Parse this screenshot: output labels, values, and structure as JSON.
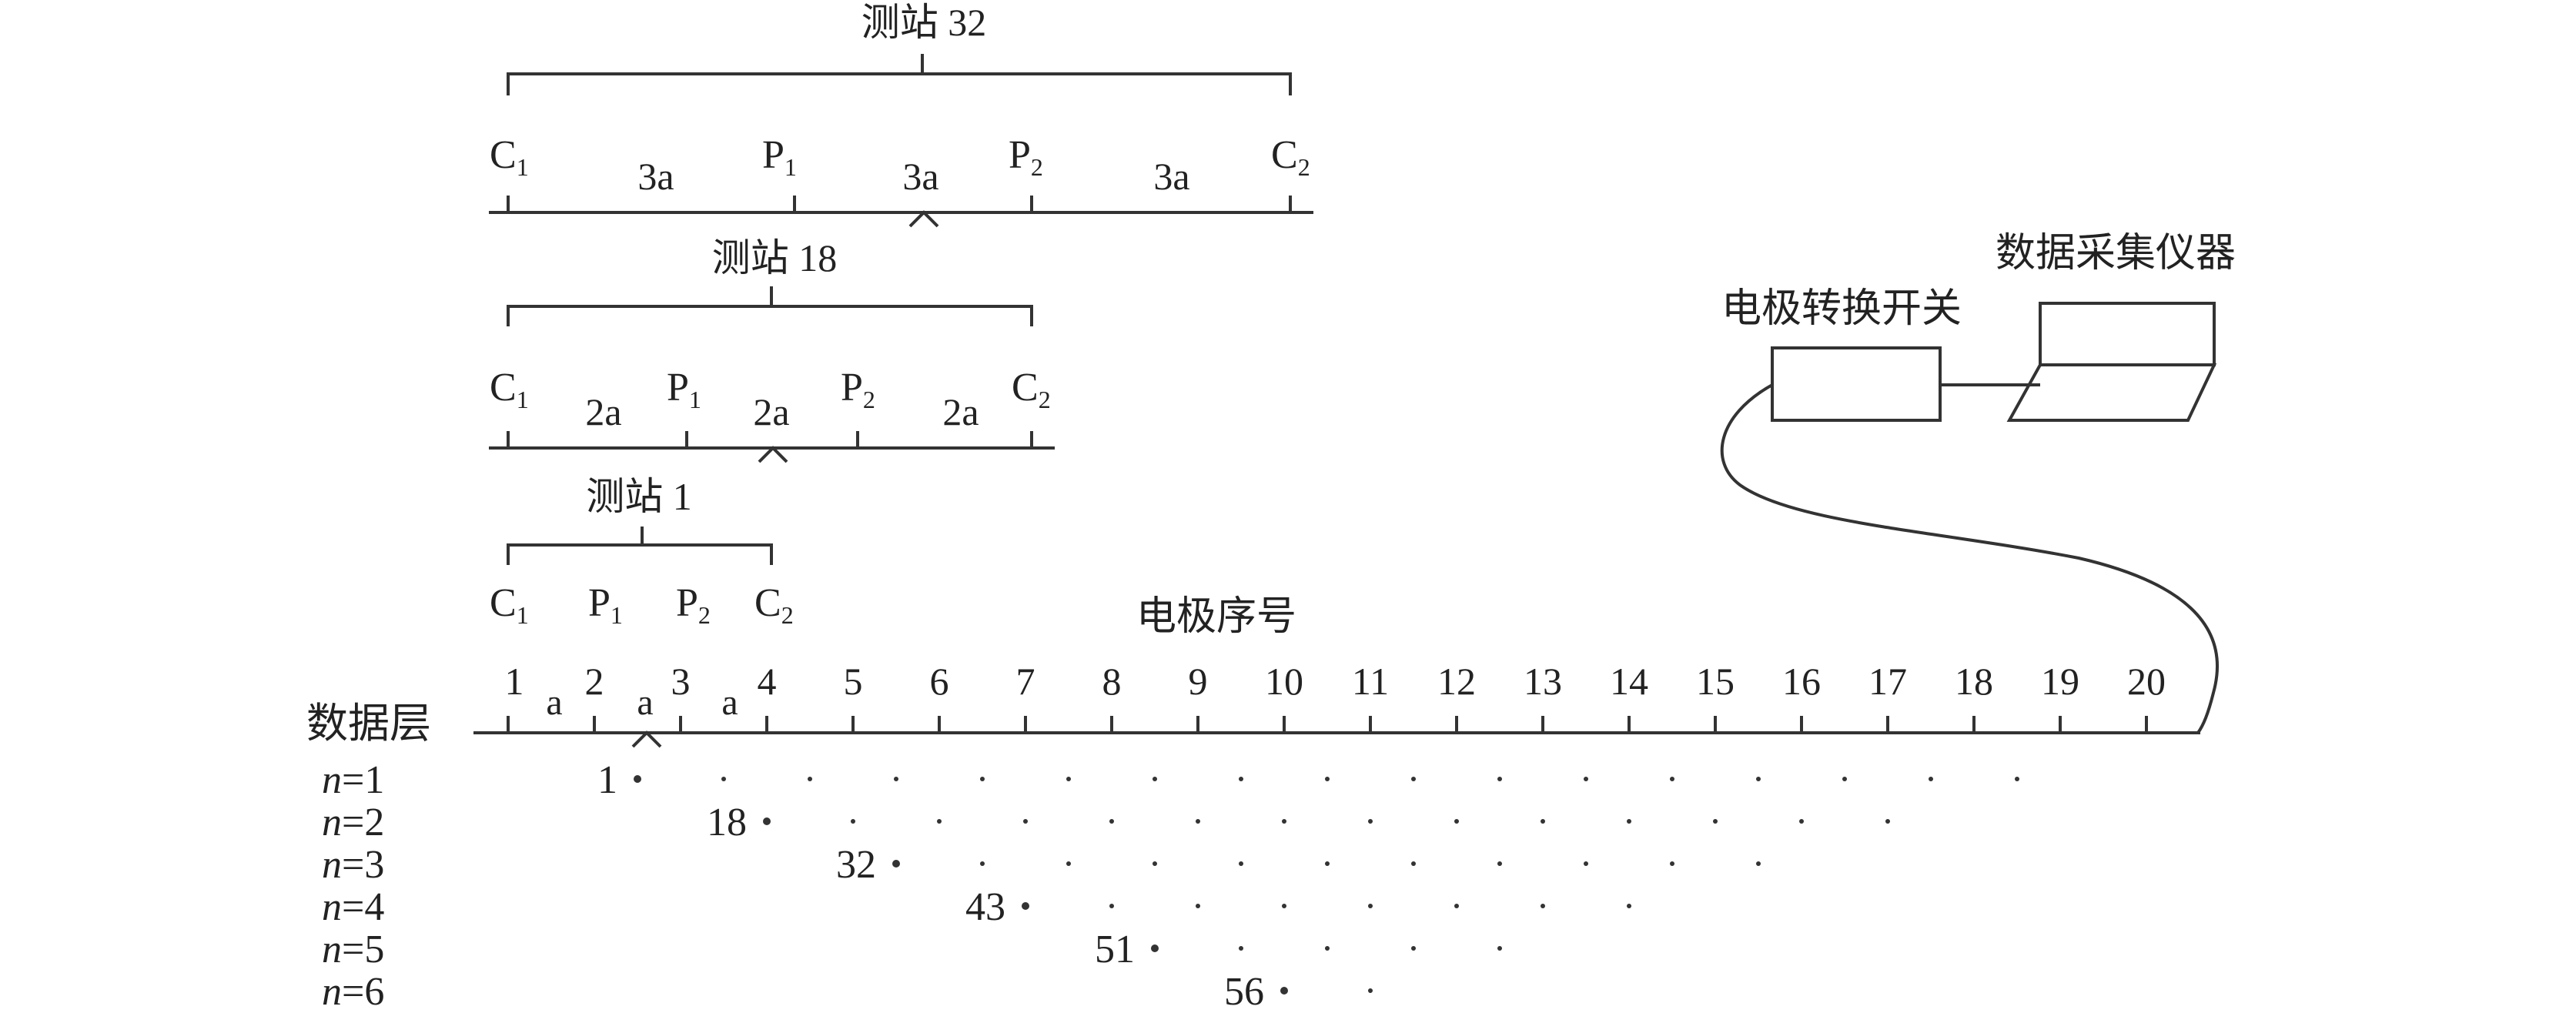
{
  "stations": [
    {
      "title": "测站 32",
      "labels": [
        {
          "main": "C",
          "sub": "1"
        },
        {
          "main": "P",
          "sub": "1"
        },
        {
          "main": "P",
          "sub": "2"
        },
        {
          "main": "C",
          "sub": "2"
        }
      ],
      "spacings": [
        "3a",
        "3a",
        "3a"
      ]
    },
    {
      "title": "测站 18",
      "labels": [
        {
          "main": "C",
          "sub": "1"
        },
        {
          "main": "P",
          "sub": "1"
        },
        {
          "main": "P",
          "sub": "2"
        },
        {
          "main": "C",
          "sub": "2"
        }
      ],
      "spacings": [
        "2a",
        "2a",
        "2a"
      ]
    },
    {
      "title": "测站 1",
      "labels": [
        {
          "main": "C",
          "sub": "1"
        },
        {
          "main": "P",
          "sub": "1"
        },
        {
          "main": "P",
          "sub": "2"
        },
        {
          "main": "C",
          "sub": "2"
        }
      ],
      "spacings": []
    }
  ],
  "electrode_title": "电极序号",
  "electrodes": [
    "1",
    "2",
    "3",
    "4",
    "5",
    "6",
    "7",
    "8",
    "9",
    "10",
    "11",
    "12",
    "13",
    "14",
    "15",
    "16",
    "17",
    "18",
    "19",
    "20"
  ],
  "base_spacing_labels": [
    "a",
    "a",
    "a"
  ],
  "data_layer_label": "数据层",
  "layers": [
    {
      "n_label": "n",
      "n_value": "=1",
      "first_index": "1",
      "point_count": 17
    },
    {
      "n_label": "n",
      "n_value": "=2",
      "first_index": "18",
      "point_count": 14
    },
    {
      "n_label": "n",
      "n_value": "=3",
      "first_index": "32",
      "point_count": 11
    },
    {
      "n_label": "n",
      "n_value": "=4",
      "first_index": "43",
      "point_count": 8
    },
    {
      "n_label": "n",
      "n_value": "=5",
      "first_index": "51",
      "point_count": 5
    },
    {
      "n_label": "n",
      "n_value": "=6",
      "first_index": "56",
      "point_count": 2
    }
  ],
  "switch_label": "电极转换开关",
  "instrument_label": "数据采集仪器"
}
